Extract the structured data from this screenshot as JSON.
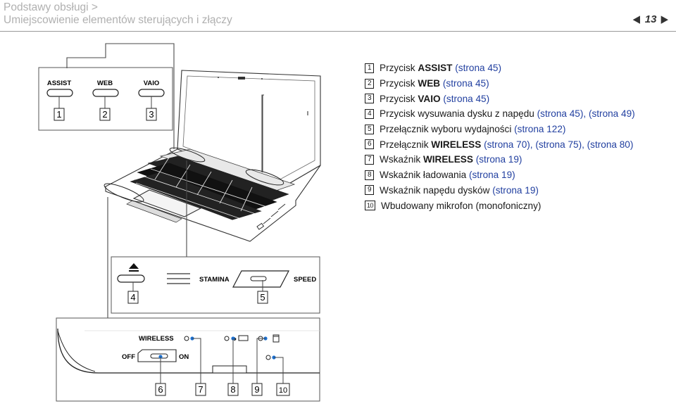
{
  "header": {
    "line1": "Podstawy obsługi >",
    "line2": "Umiejscowienie elementów sterujących i złączy",
    "page_number": "13"
  },
  "legend": [
    {
      "num": "1",
      "pre": "Przycisk ",
      "bold": "ASSIST",
      "rest": " ",
      "links": [
        "(strona 45)"
      ]
    },
    {
      "num": "2",
      "pre": "Przycisk ",
      "bold": "WEB",
      "rest": " ",
      "links": [
        "(strona 45)"
      ]
    },
    {
      "num": "3",
      "pre": "Przycisk ",
      "bold": "VAIO",
      "rest": " ",
      "links": [
        "(strona 45)"
      ]
    },
    {
      "num": "4",
      "pre": "Przycisk wysuwania dysku z napędu ",
      "bold": "",
      "rest": "",
      "links": [
        "(strona 45)",
        "(strona 49)"
      ]
    },
    {
      "num": "5",
      "pre": "Przełącznik wyboru wydajności ",
      "bold": "",
      "rest": "",
      "links": [
        "(strona 122)"
      ]
    },
    {
      "num": "6",
      "pre": "Przełącznik ",
      "bold": "WIRELESS",
      "rest": " ",
      "links": [
        "(strona 70)",
        "(strona 75)",
        "(strona 80)"
      ]
    },
    {
      "num": "7",
      "pre": "Wskaźnik ",
      "bold": "WIRELESS",
      "rest": " ",
      "links": [
        "(strona 19)"
      ]
    },
    {
      "num": "8",
      "pre": "Wskaźnik ładowania ",
      "bold": "",
      "rest": "",
      "links": [
        "(strona 19)"
      ]
    },
    {
      "num": "9",
      "pre": "Wskaźnik napędu dysków ",
      "bold": "",
      "rest": "",
      "links": [
        "(strona 19)"
      ]
    },
    {
      "num": "10",
      "pre": "Wbudowany mikrofon (monofoniczny)",
      "bold": "",
      "rest": "",
      "links": []
    }
  ],
  "figure": {
    "buttons": {
      "assist": "ASSIST",
      "web": "WEB",
      "vaio": "VAIO"
    },
    "callouts": {
      "c1": "1",
      "c2": "2",
      "c3": "3",
      "c4": "4",
      "c5": "5",
      "c6": "6",
      "c7": "7",
      "c8": "8",
      "c9": "9",
      "c10": "10"
    },
    "stamina": "STAMINA",
    "speed": "SPEED",
    "wireless": "WIRELESS",
    "off": "OFF",
    "on": "ON",
    "laptop_logo": "VAIO"
  },
  "colors": {
    "link": "#2240a0",
    "callout_line": "#4a4a4a",
    "header_gray": "#b0b0b0"
  }
}
